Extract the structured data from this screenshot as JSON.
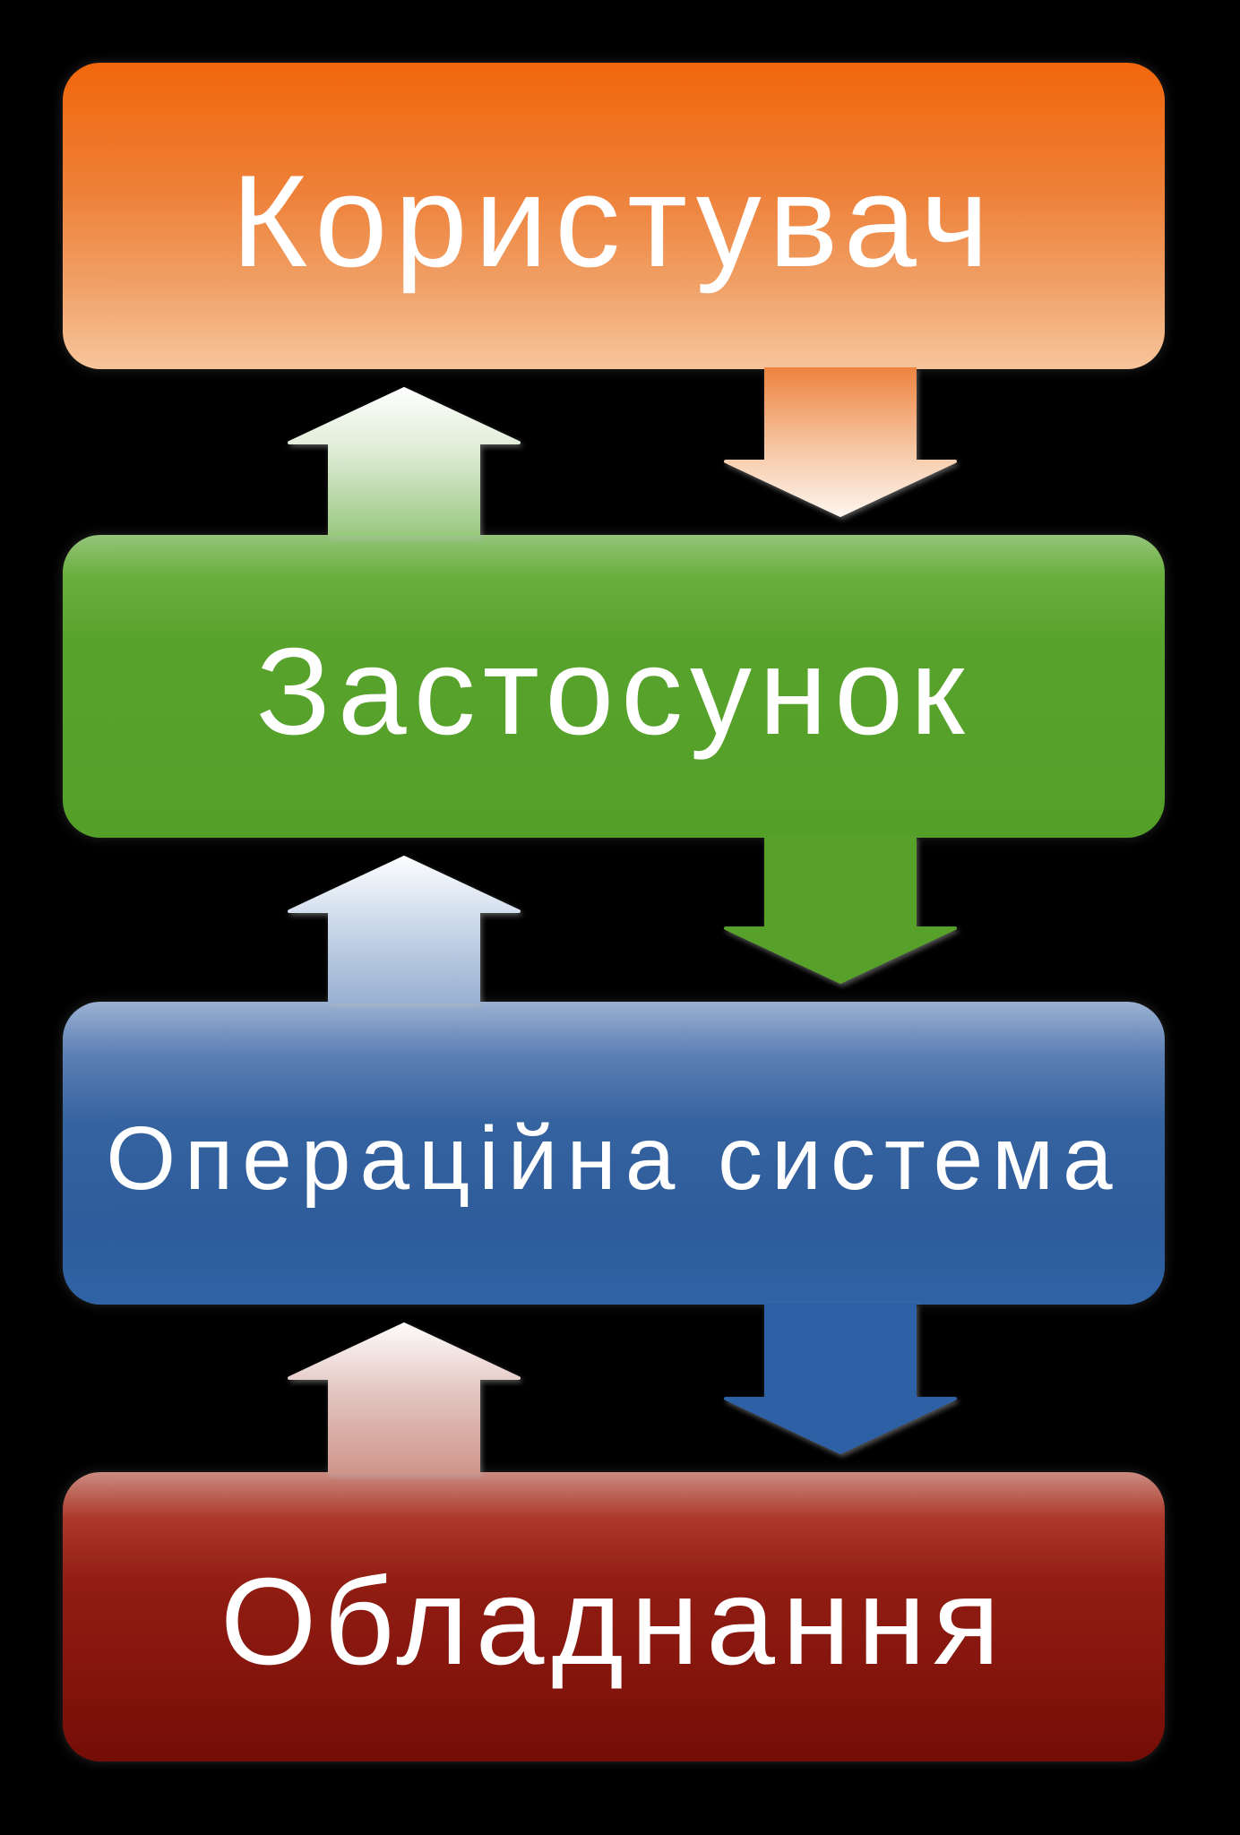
{
  "diagram_title": "",
  "background_color": "#000000",
  "text_color": "#ffffff",
  "layers": [
    {
      "role": "user",
      "label": "Користувач",
      "color_top": "#f1660b",
      "color_bottom": "#f7c59b"
    },
    {
      "role": "application",
      "label": "Застосунок",
      "color_top": "#94c479",
      "color_bottom": "#539f28"
    },
    {
      "role": "operating-system",
      "label": "Операційна система",
      "color_top": "#9bb1d2",
      "color_bottom": "#2f63a6"
    },
    {
      "role": "hardware",
      "label": "Обладнання",
      "color_top": "#cb8b81",
      "color_bottom": "#740d07"
    }
  ],
  "arrows": [
    {
      "name": "up-arrow-application-to-user",
      "direction": "up",
      "from": "application",
      "to": "user",
      "fill": "white-to-green gradient"
    },
    {
      "name": "down-arrow-user-to-application",
      "direction": "down",
      "from": "user",
      "to": "application",
      "fill": "orange-to-white gradient"
    },
    {
      "name": "up-arrow-os-to-application",
      "direction": "up",
      "from": "operating-system",
      "to": "application",
      "fill": "white-to-blue gradient"
    },
    {
      "name": "down-arrow-application-to-os",
      "direction": "down",
      "from": "application",
      "to": "operating-system",
      "fill": "#57a12b"
    },
    {
      "name": "up-arrow-hardware-to-os",
      "direction": "up",
      "from": "hardware",
      "to": "operating-system",
      "fill": "white-to-red gradient"
    },
    {
      "name": "down-arrow-os-to-hardware",
      "direction": "down",
      "from": "operating-system",
      "to": "hardware",
      "fill": "#2d60a4"
    }
  ]
}
